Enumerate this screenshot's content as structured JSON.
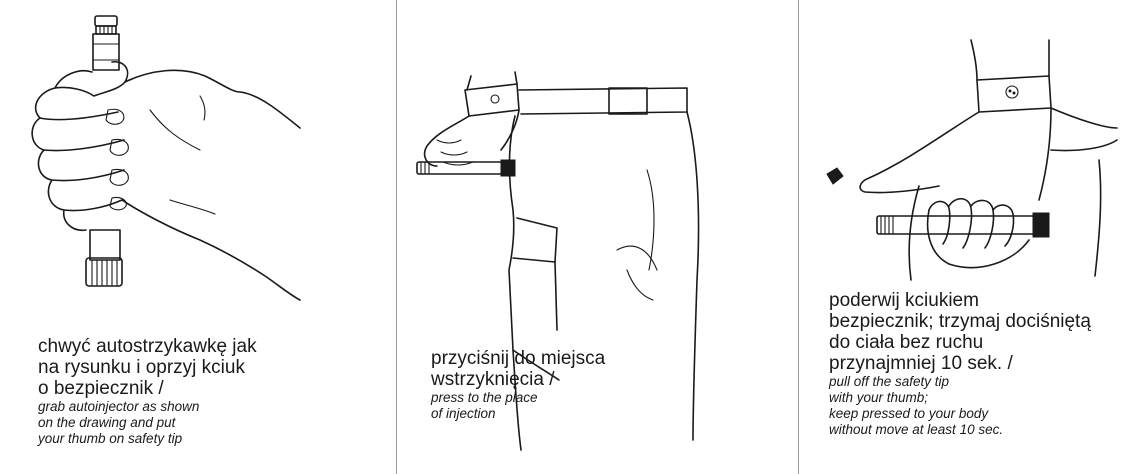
{
  "steps": [
    {
      "polish": [
        "chwyć autostrzykawkę jak",
        "na rysunku i oprzyj kciuk",
        "o bezpiecznik  /"
      ],
      "english": [
        "grab autoinjector as  shown",
        "on the drawing and put",
        "your thumb on safety tip"
      ]
    },
    {
      "polish": [
        "przyciśnij do miejsca",
        "wstrzyknięcia /"
      ],
      "english": [
        "press to the place",
        "of injection"
      ]
    },
    {
      "polish": [
        "poderwij  kciukiem",
        "bezpiecznik; trzymaj dociśniętą",
        "do ciała bez ruchu",
        "przynajmniej 10 sek. /"
      ],
      "english": [
        "pull off the safety tip",
        "with your thumb;",
        "keep pressed to your body",
        "without move at least 10 sec."
      ]
    }
  ]
}
